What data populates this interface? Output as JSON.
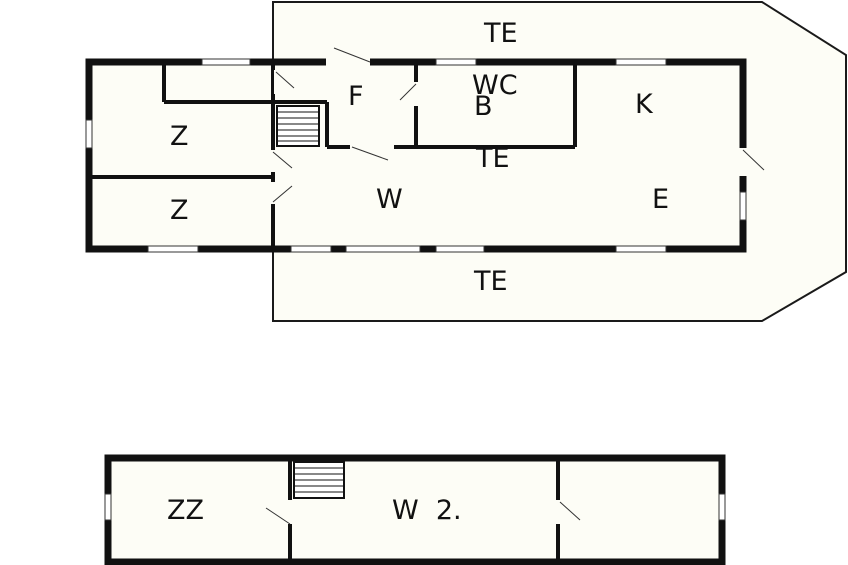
{
  "labels": {
    "te_top": "TE",
    "f": "F",
    "wc": "WC",
    "b": "B",
    "k": "K",
    "z_upper": "Z",
    "te_mid": "TE",
    "z_lower": "Z",
    "w": "W",
    "e": "E",
    "te_bottom": "TE",
    "zz": "ZZ",
    "w2": "W  2."
  }
}
